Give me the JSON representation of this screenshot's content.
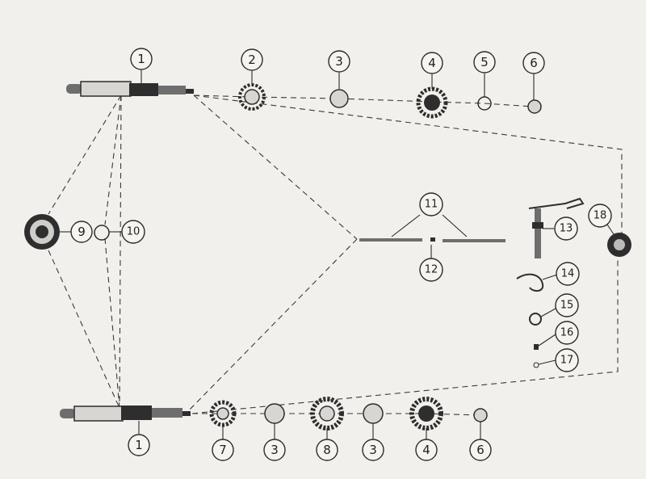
{
  "callouts": {
    "c1_top": "1",
    "c2": "2",
    "c3_top": "3",
    "c4_top": "4",
    "c5": "5",
    "c6_top": "6",
    "c9": "9",
    "c10": "10",
    "c11": "11",
    "c12": "12",
    "c13": "13",
    "c14": "14",
    "c15": "15",
    "c16": "16",
    "c17": "17",
    "c18": "18",
    "c1_bottom": "1",
    "c7": "7",
    "c3_bottom_a": "3",
    "c8": "8",
    "c3_bottom_b": "3",
    "c4_bottom": "4",
    "c6_bottom": "6"
  },
  "colors": {
    "background": "#f2f0ec",
    "ink": "#2b2b2b"
  }
}
